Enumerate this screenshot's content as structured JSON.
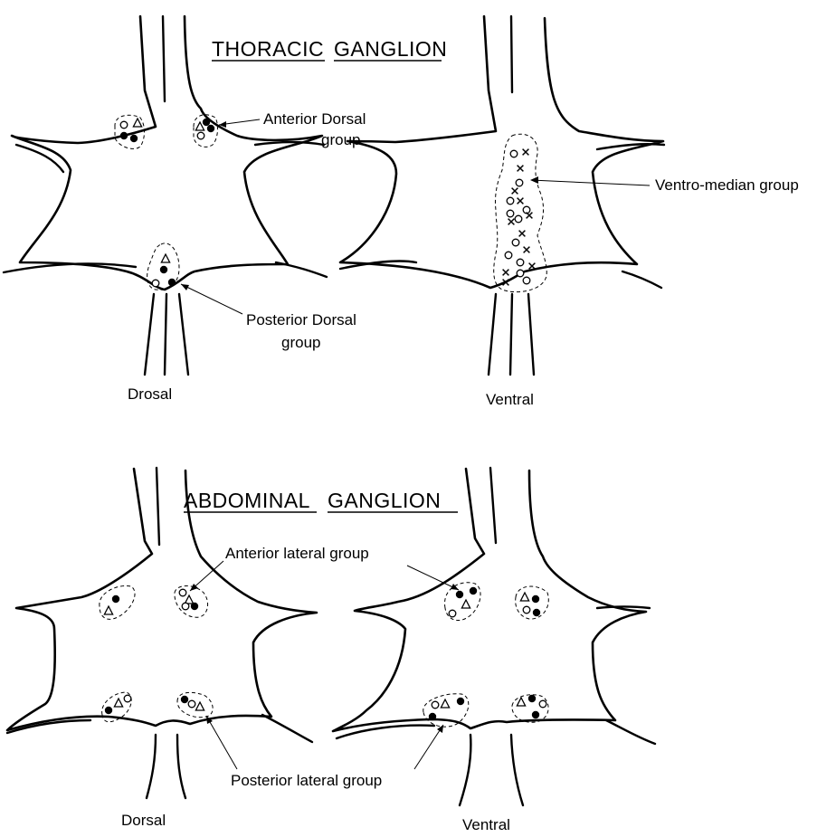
{
  "thoracic": {
    "title_word1": "THORACIC",
    "title_word2": "GANGLION",
    "labels": {
      "anterior_dorsal_1": "Anterior Dorsal",
      "anterior_dorsal_2": "group",
      "ventro_median": "Ventro-median group",
      "posterior_dorsal_1": "Posterior Dorsal",
      "posterior_dorsal_2": "group",
      "dorsal_view": "Drosal",
      "ventral_view": "Ventral"
    }
  },
  "abdominal": {
    "title_word1": "ABDOMINAL",
    "title_word2": "GANGLION",
    "labels": {
      "anterior_lateral": "Anterior lateral group",
      "posterior_lateral": "Posterior lateral group",
      "dorsal_view": "Dorsal",
      "ventral_view": "Ventral"
    }
  },
  "legend_symbols": {
    "filled_circle": "filled-circle",
    "open_circle": "open-circle",
    "open_triangle": "open-triangle",
    "cross": "cross"
  }
}
